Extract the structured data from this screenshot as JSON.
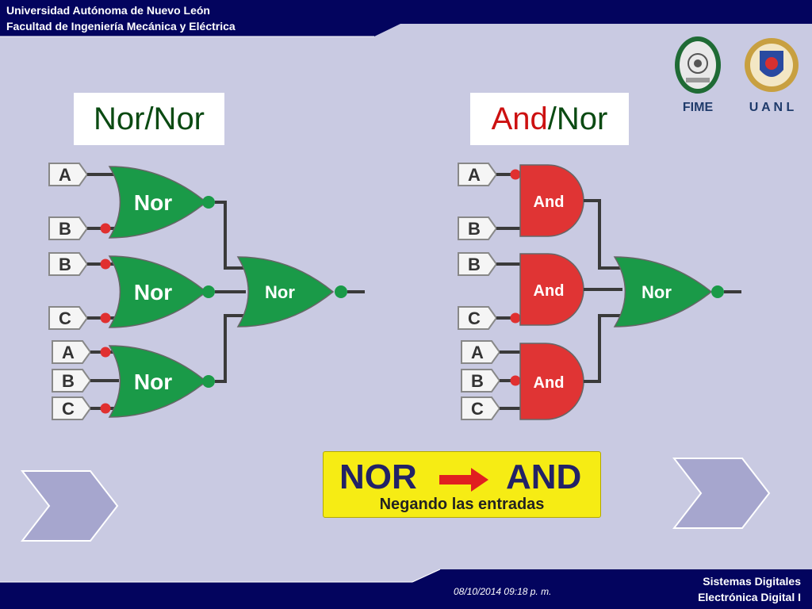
{
  "header": {
    "line1": "Universidad Autónoma de Nuevo León",
    "line2": "Facultad de Ingeniería Mecánica y Eléctrica"
  },
  "logos": {
    "fime": "FIME",
    "uanl": "U A N L"
  },
  "titles": {
    "left": "Nor/Nor",
    "right_red": "And",
    "right_rest": "/Nor"
  },
  "left_diagram": {
    "inputs": [
      "A",
      "B",
      "B",
      "C",
      "A",
      "B",
      "C"
    ],
    "gates": [
      "Nor",
      "Nor",
      "Nor"
    ],
    "output_gate": "Nor"
  },
  "right_diagram": {
    "inputs": [
      "A",
      "B",
      "B",
      "C",
      "A",
      "B",
      "C"
    ],
    "gates": [
      "And",
      "And",
      "And"
    ],
    "output_gate": "Nor"
  },
  "banner": {
    "from": "NOR",
    "to": "AND",
    "subtitle": "Negando las entradas"
  },
  "footer": {
    "date": "08/10/2014 09:18 p. m.",
    "line1": "Sistemas Digitales",
    "line2": "Electrónica Digital I"
  },
  "colors": {
    "navy": "#03045e",
    "nor_gate": "#1a9a48",
    "and_gate": "#e03434",
    "bubble_red": "#e03030",
    "bubble_green": "#1a9a48",
    "banner": "#f6ec14"
  },
  "icons": [
    "prev-chevron-icon",
    "next-chevron-icon",
    "arrow-right-icon"
  ]
}
